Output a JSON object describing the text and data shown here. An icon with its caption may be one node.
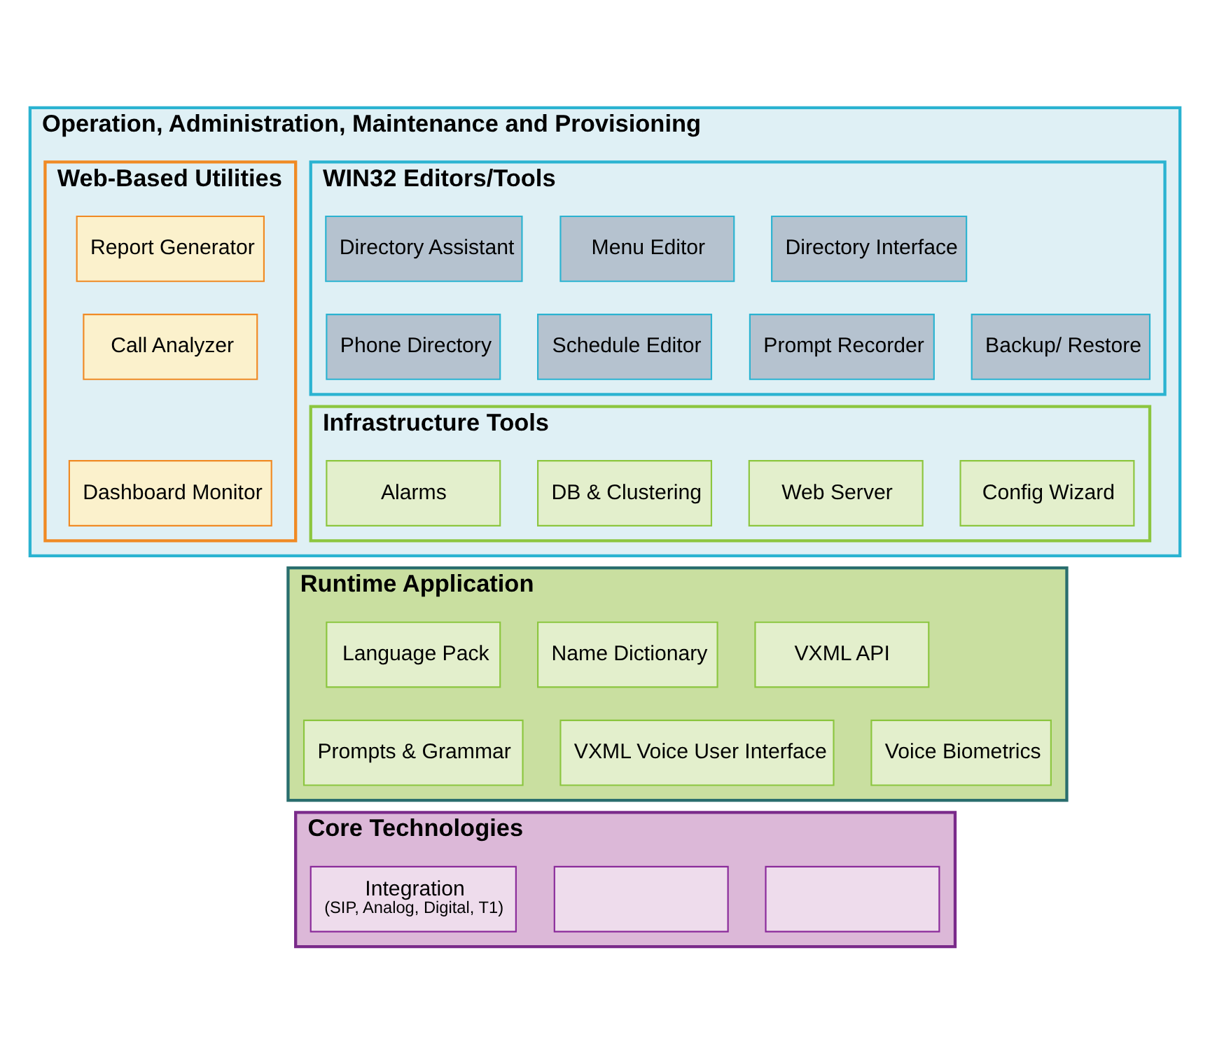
{
  "diagram": {
    "nodes": [
      {
        "text": [
          "Operation, Administration, Maintenance and Provisioning"
        ]
      },
      {
        "text": [
          "WIN32 Editors/Tools"
        ],
        "in": 0
      },
      {
        "text": [
          "Directory Assistant"
        ],
        "in": 1
      },
      {
        "text": [
          "Menu Editor"
        ],
        "in": 1
      },
      {
        "text": [
          "Directory Interface"
        ],
        "in": 1
      },
      {
        "text": [
          "Phone Directory"
        ],
        "in": 1
      },
      {
        "text": [
          "Schedule Editor"
        ],
        "in": 1
      },
      {
        "text": [
          "Prompt Recorder"
        ],
        "in": 1
      },
      {
        "text": [
          "Backup/ Restore"
        ],
        "in": 1
      },
      {
        "text": [
          "Infrastructure Tools"
        ],
        "in": 0
      },
      {
        "text": [
          "Alarms"
        ],
        "in": 9
      },
      {
        "text": [
          "DB & Clustering"
        ],
        "in": 9
      },
      {
        "text": [
          "Web Server"
        ],
        "in": 9
      },
      {
        "text": [
          "Config Wizard"
        ],
        "in": 9
      },
      {
        "text": [
          "Web-Based Utilities"
        ],
        "in": 0
      },
      {
        "text": [
          "Report Generator"
        ],
        "in": 14
      },
      {
        "text": [
          "Call Analyzer"
        ],
        "in": 14
      },
      {
        "text": [
          "Dashboard Monitor"
        ],
        "in": 14
      },
      {
        "text": [
          "Runtime Application"
        ]
      },
      {
        "text": [
          "Language Pack"
        ],
        "in": 18
      },
      {
        "text": [
          "Name Dictionary"
        ],
        "in": 18
      },
      {
        "text": [
          "VXML API"
        ],
        "in": 18
      },
      {
        "text": [
          "Prompts & Grammar"
        ],
        "in": 18
      },
      {
        "text": [
          "VXML Voice User Interface"
        ],
        "in": 18
      },
      {
        "text": [
          "Voice Biometrics"
        ],
        "in": 18
      },
      {
        "text": [
          "Core Technologies"
        ]
      },
      {
        "text": [
          "Integration",
          "(SIP, Analog, Digital, T1)"
        ],
        "in": 25
      },
      {
        "text": [],
        "shape": "box",
        "in": 25
      },
      {
        "text": [],
        "shape": "box",
        "in": 25
      }
    ],
    "edges": []
  }
}
